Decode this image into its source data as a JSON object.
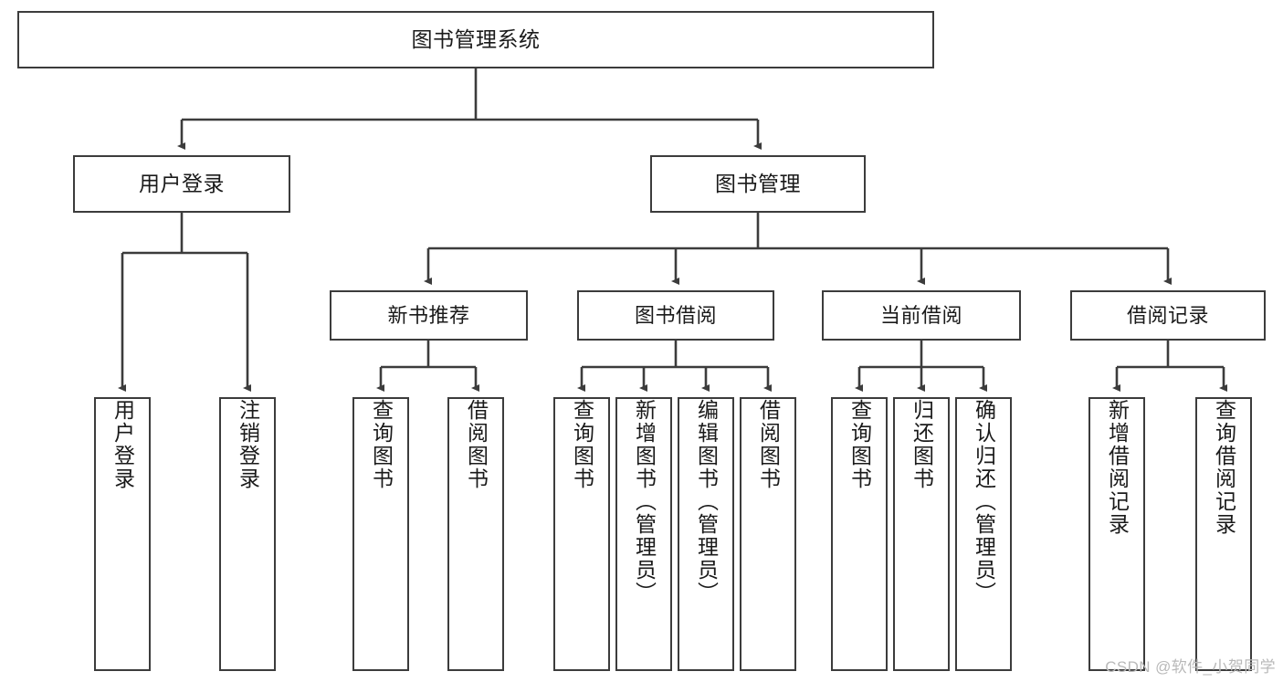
{
  "diagram": {
    "type": "tree-hierarchy-chart",
    "title": "图书管理系统",
    "stroke_color": "#3c3c3c",
    "background_color": "#ffffff",
    "text_color": "#1a1a1a",
    "nodes": {
      "root": {
        "label": "图书管理系统"
      },
      "level2": [
        {
          "label": "用户登录"
        },
        {
          "label": "图书管理"
        }
      ],
      "level3": [
        {
          "label": "新书推荐"
        },
        {
          "label": "图书借阅"
        },
        {
          "label": "当前借阅"
        },
        {
          "label": "借阅记录"
        }
      ],
      "leaves": {
        "user_login": [
          {
            "label": "用户登录"
          },
          {
            "label": "注销登录"
          }
        ],
        "new_book_recommend": [
          {
            "label": "查询图书"
          },
          {
            "label": "借阅图书"
          }
        ],
        "book_borrow": [
          {
            "label": "查询图书"
          },
          {
            "label": "新增图书（管理员）"
          },
          {
            "label": "编辑图书（管理员）"
          },
          {
            "label": "借阅图书"
          }
        ],
        "current_borrow": [
          {
            "label": "查询图书"
          },
          {
            "label": "归还图书"
          },
          {
            "label": "确认归还（管理员）"
          }
        ],
        "borrow_record": [
          {
            "label": "新增借阅记录"
          },
          {
            "label": "查询借阅记录"
          }
        ]
      }
    }
  },
  "watermark": {
    "text": "CSDN @软件_小贺同学"
  }
}
